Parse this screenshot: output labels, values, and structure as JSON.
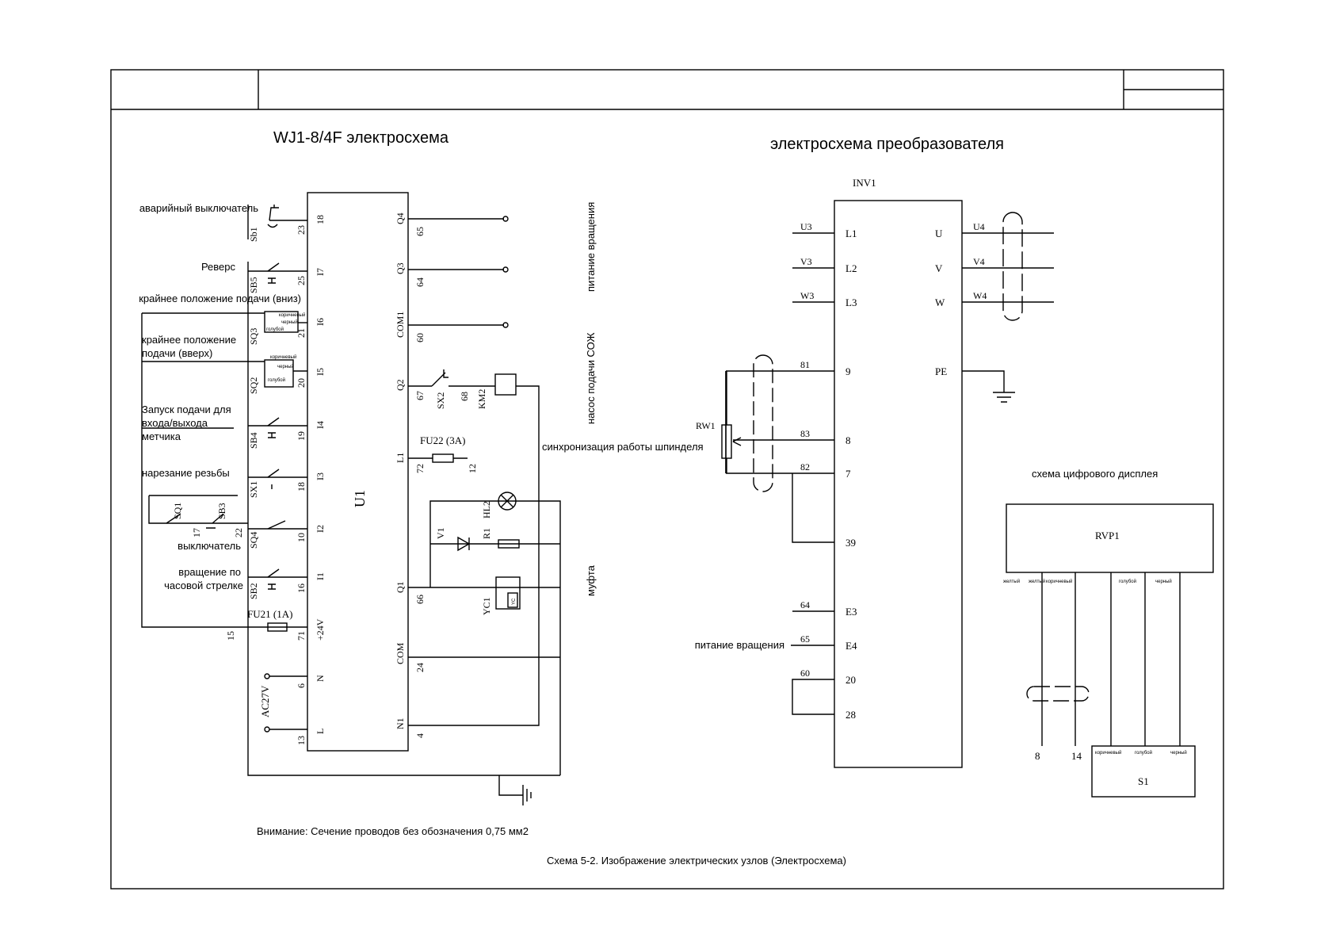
{
  "left_title": "WJ1-8/4F электросхема",
  "right_title": "электросхема преобразователя",
  "note": "Внимание: Сечение проводов без обозначения 0,75 мм2",
  "caption": "Схема 5-2. Изображение электрических узлов (Электросхема)",
  "controller": {
    "name": "U1",
    "left_pins": [
      {
        "label": "аварийный выключатель",
        "dev": "Sb1",
        "wire": "23",
        "pin": "18"
      },
      {
        "label": "Реверс",
        "dev": "SB5",
        "wire": "25",
        "pin": "I7"
      },
      {
        "label": "крайнее положение подачи (вниз)",
        "dev": "SQ3",
        "wire": "21",
        "pin": "I6"
      },
      {
        "label": "крайнее положение подачи (вверх)",
        "dev": "SQ2",
        "wire": "20",
        "pin": "I5"
      },
      {
        "label": "Запуск подачи для входа/выхода метчика",
        "dev": "SB4",
        "wire": "19",
        "pin": "I4"
      },
      {
        "label": "нарезание резьбы",
        "dev": "SX1",
        "wire": "18",
        "pin": "I3"
      },
      {
        "label": "выключатель",
        "dev": "SQ4",
        "wire": "10",
        "pin": "I2"
      },
      {
        "label": "вращение по часовой стрелке",
        "dev": "SB2",
        "wire": "16",
        "pin": "I1"
      }
    ],
    "sensor_colors": [
      "коричневый",
      "черный",
      "голубой"
    ],
    "sq1": "SQ1",
    "sb3": "SB3",
    "w17": "17",
    "w22": "22",
    "fu21": "FU21 (1A)",
    "w15": "15",
    "w71": "71",
    "p24": "+24V",
    "ac": "AC27V",
    "w6": "6",
    "pN": "N",
    "w13": "13",
    "pL": "L",
    "right_pins": [
      {
        "pin": "Q4",
        "wire": "65"
      },
      {
        "pin": "Q3",
        "wire": "64"
      },
      {
        "pin": "COM1",
        "wire": "60"
      },
      {
        "pin": "Q2",
        "wire": "67"
      },
      {
        "pin": "L1",
        "wire": "72"
      },
      {
        "pin": "Q1",
        "wire": "66"
      },
      {
        "pin": "COM",
        "wire": "24"
      },
      {
        "pin": "N1",
        "wire": "4"
      }
    ],
    "sx2": "SX2",
    "w68": "68",
    "km2": "KM2",
    "fu22": "FU22 (3A)",
    "w12": "12",
    "v1": "V1",
    "r1": "R1",
    "hl2": "HL2",
    "yc1": "YC1",
    "yc": "YC",
    "vert_labels": [
      "питание вращения",
      "насос подачи СОЖ",
      "муфта"
    ]
  },
  "inverter": {
    "name": "INV1",
    "inputs": [
      {
        "wire": "U3",
        "term": "L1"
      },
      {
        "wire": "V3",
        "term": "L2"
      },
      {
        "wire": "W3",
        "term": "L3"
      },
      {
        "wire": "81",
        "term": "9"
      },
      {
        "wire": "83",
        "term": "8"
      },
      {
        "wire": "82",
        "term": "7"
      },
      {
        "wire": "",
        "term": "39"
      },
      {
        "wire": "64",
        "term": "E3"
      },
      {
        "wire": "65",
        "term": "E4"
      },
      {
        "wire": "60",
        "term": "20"
      },
      {
        "wire": "",
        "term": "28"
      }
    ],
    "outputs": [
      {
        "term": "U",
        "wire": "U4"
      },
      {
        "term": "V",
        "wire": "V4"
      },
      {
        "term": "W",
        "wire": "W4"
      },
      {
        "term": "PE",
        "wire": ""
      }
    ],
    "rw1": "RW1",
    "sync_label": "синхронизация работы шпинделя",
    "rot_label": "питание вращения"
  },
  "display": {
    "title": "схема цифрового дисплея",
    "rvp": "RVP1",
    "wires": [
      "желтый",
      "желтый",
      "коричневый",
      "голубой",
      "черный"
    ],
    "s1": "S1",
    "s1_wires": [
      "коричневый",
      "голубой",
      "черный"
    ],
    "n8": "8",
    "n14": "14"
  }
}
